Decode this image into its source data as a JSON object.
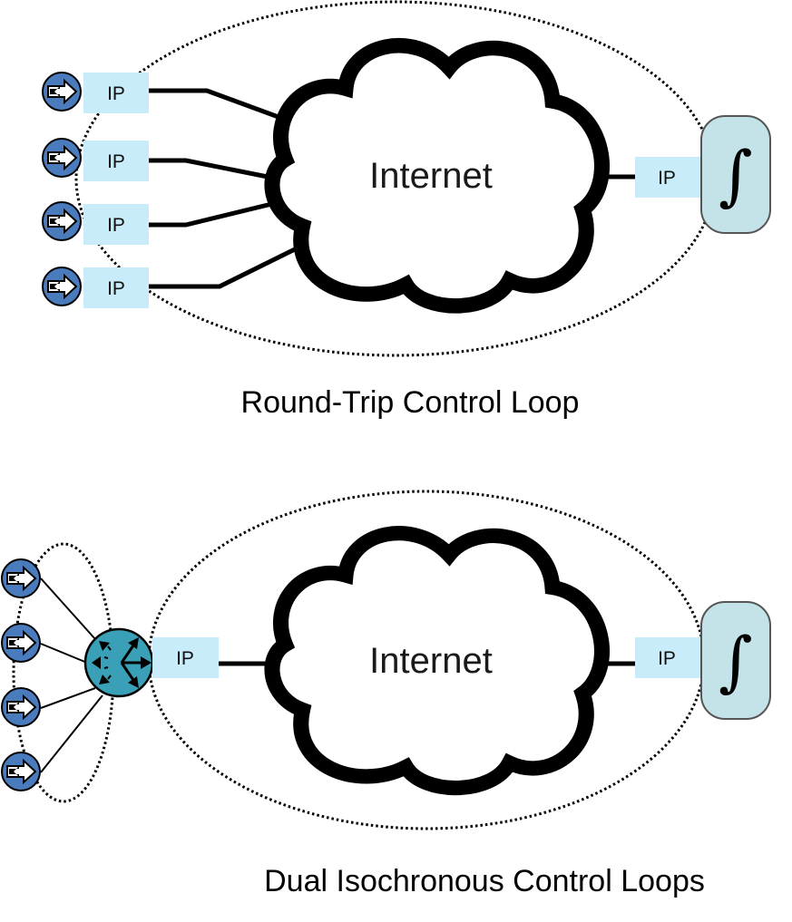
{
  "colors": {
    "ip_box": "#c8ecfa",
    "device_blue": "#4a7bbd",
    "hub_teal": "#3aa0b8",
    "controller_fill": "#c4e3e8",
    "controller_stroke": "#555555",
    "line": "#000000"
  },
  "top_diagram": {
    "caption": "Round-Trip Control Loop",
    "cloud_label": "Internet",
    "devices": [
      {
        "icon": "arrow-device-icon",
        "ip_label": "IP"
      },
      {
        "icon": "arrow-device-icon",
        "ip_label": "IP"
      },
      {
        "icon": "arrow-device-icon",
        "ip_label": "IP"
      },
      {
        "icon": "arrow-device-icon",
        "ip_label": "IP"
      }
    ],
    "controller": {
      "ip_label": "IP",
      "icon": "integral-icon",
      "symbol": "∫"
    }
  },
  "bottom_diagram": {
    "caption": "Dual Isochronous Control Loops",
    "cloud_label": "Internet",
    "devices": [
      {
        "icon": "arrow-device-icon"
      },
      {
        "icon": "arrow-device-icon"
      },
      {
        "icon": "arrow-device-icon"
      },
      {
        "icon": "arrow-device-icon"
      }
    ],
    "hub": {
      "icon": "hub-router-icon",
      "ip_label": "IP"
    },
    "controller": {
      "ip_label": "IP",
      "icon": "integral-icon",
      "symbol": "∫"
    }
  }
}
